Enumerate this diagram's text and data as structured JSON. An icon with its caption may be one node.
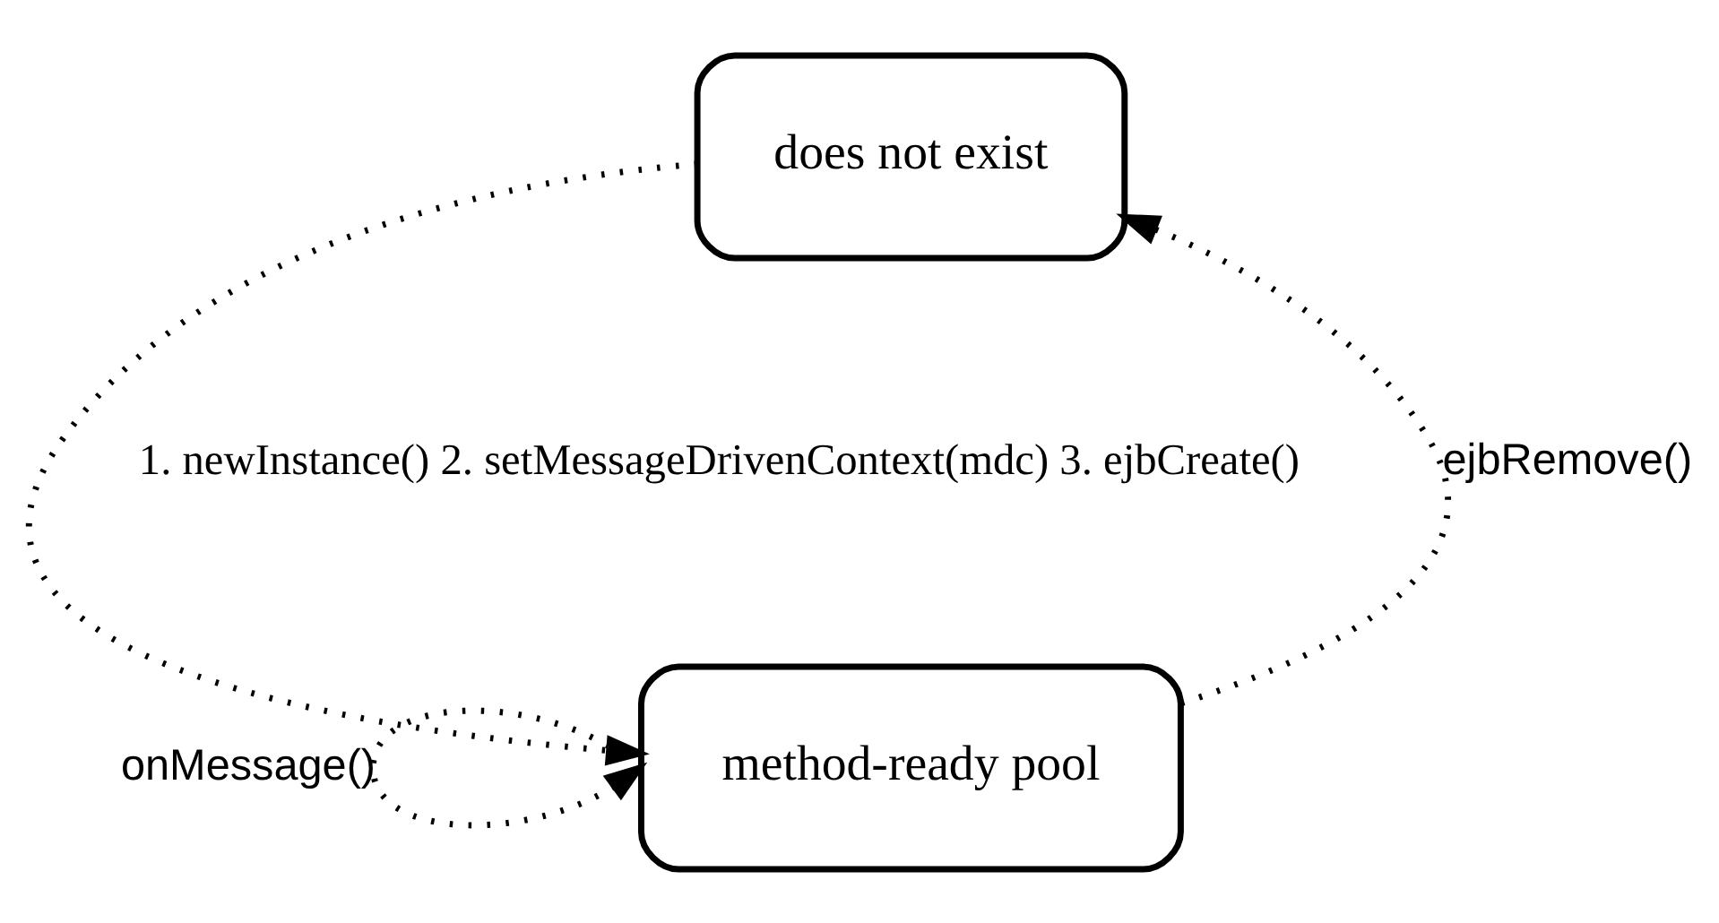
{
  "diagram": {
    "nodes": [
      {
        "text": [
          "does not exist"
        ]
      },
      {
        "text": [
          "method-ready pool"
        ]
      }
    ],
    "edges": [
      {
        "from": 0,
        "to": 1,
        "arrow": "to",
        "style": "dashed",
        "label": "1. newInstance() 2. setMessageDrivenContext(mdc) 3. ejbCreate()"
      },
      {
        "from": 1,
        "to": 0,
        "arrow": "to",
        "style": "dashed",
        "label": "ejbRemove()"
      },
      {
        "from": 1,
        "to": 1,
        "arrow": "to",
        "style": "dashed",
        "label": "onMessage()"
      }
    ]
  }
}
